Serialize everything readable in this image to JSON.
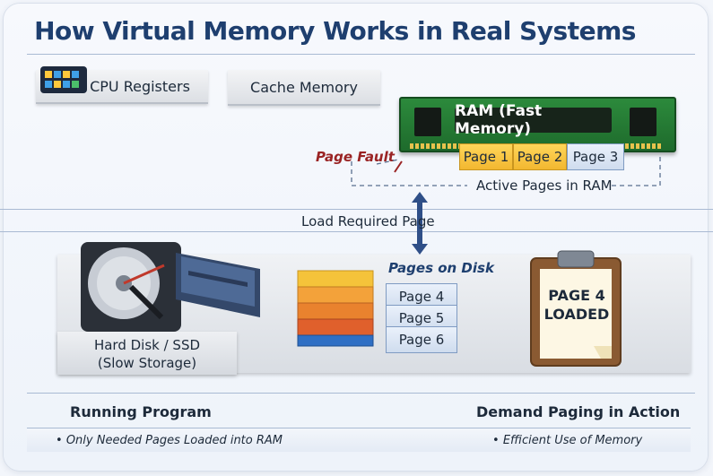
{
  "title": "How Virtual Memory Works in Real Systems",
  "memory_tiers": {
    "cpu_registers": "CPU Registers",
    "cache_memory": "Cache Memory"
  },
  "ram": {
    "label": "RAM (Fast Memory)",
    "pages": [
      "Page 1",
      "Page 2",
      "Page 3"
    ],
    "active_pages_label": "Active Pages in RAM"
  },
  "page_fault_label": "Page Fault",
  "load_label": "Load Required Page",
  "storage": {
    "label_line1": "Hard Disk / SSD",
    "label_line2": "(Slow Storage)"
  },
  "pages_on_disk": {
    "title": "Pages on Disk",
    "pages": [
      "Page 4",
      "Page 5",
      "Page 6"
    ]
  },
  "clipboard": {
    "line1": "PAGE 4",
    "line2": "LOADED"
  },
  "footer": {
    "left_title": "Running Program",
    "left_note": "Only Needed Pages Loaded into RAM",
    "right_title": "Demand Paging in Action",
    "right_note": "Efficient Use of Memory"
  },
  "colors": {
    "title": "#1e3f6f",
    "ram_green": "#2c8a3c",
    "page_yellow": "#f2b730",
    "page_blue": "#cfdcee",
    "fault_red": "#9a2424"
  }
}
